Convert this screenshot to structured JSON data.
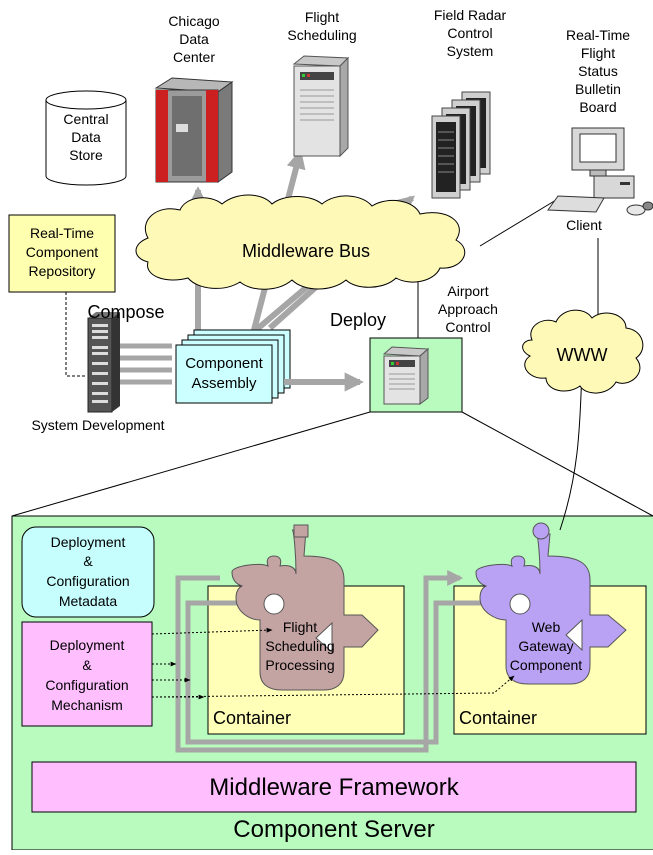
{
  "labels": {
    "chicago_dc": [
      "Chicago",
      "Data",
      "Center"
    ],
    "flight_scheduling": [
      "Flight",
      "Scheduling"
    ],
    "field_radar": [
      "Field Radar",
      "Control",
      "System"
    ],
    "realtime_board": [
      "Real-Time",
      "Flight",
      "Status",
      "Bulletin",
      "Board"
    ],
    "central_store": [
      "Central",
      "Data",
      "Store"
    ],
    "client": "Client",
    "middleware_bus": "Middleware Bus",
    "repository": [
      "Real-Time",
      "Component",
      "Repository"
    ],
    "compose": "Compose",
    "deploy": "Deploy",
    "airport_approach": [
      "Airport",
      "Approach",
      "Control"
    ],
    "www": "WWW",
    "component_assembly": [
      "Component",
      "Assembly"
    ],
    "system_development": "System Development",
    "dc_metadata": [
      "Deployment",
      "&",
      "Configuration",
      "Metadata"
    ],
    "dc_mechanism": [
      "Deployment",
      "&",
      "Configuration",
      "Mechanism"
    ],
    "flight_processing": [
      "Flight",
      "Scheduling",
      "Processing"
    ],
    "web_gateway": [
      "Web",
      "Gateway",
      "Component"
    ],
    "container_left": "Container",
    "container_right": "Container",
    "middleware_framework": "Middleware Framework",
    "component_server": "Component Server"
  },
  "colors": {
    "cloud_fill": "#fff9b8",
    "repository_fill": "#ffffb0",
    "assembly_fill": "#ccffff",
    "server_area": "#b9fbbf",
    "container_fill": "#ffffb8",
    "metadata_fill": "#c6fdfd",
    "mechanism_fill": "#ffbfff",
    "framework_fill": "#ffbfff",
    "flight_piece": "#c4a3a3",
    "web_piece": "#b9a2f4",
    "arrow_gray": "#a6a6a6"
  },
  "icons": [
    "database-cylinder-icon",
    "mainframe-server-icon",
    "tower-server-icon",
    "server-cluster-icon",
    "desktop-computer-icon",
    "puzzle-piece-icon",
    "cloud-icon"
  ]
}
